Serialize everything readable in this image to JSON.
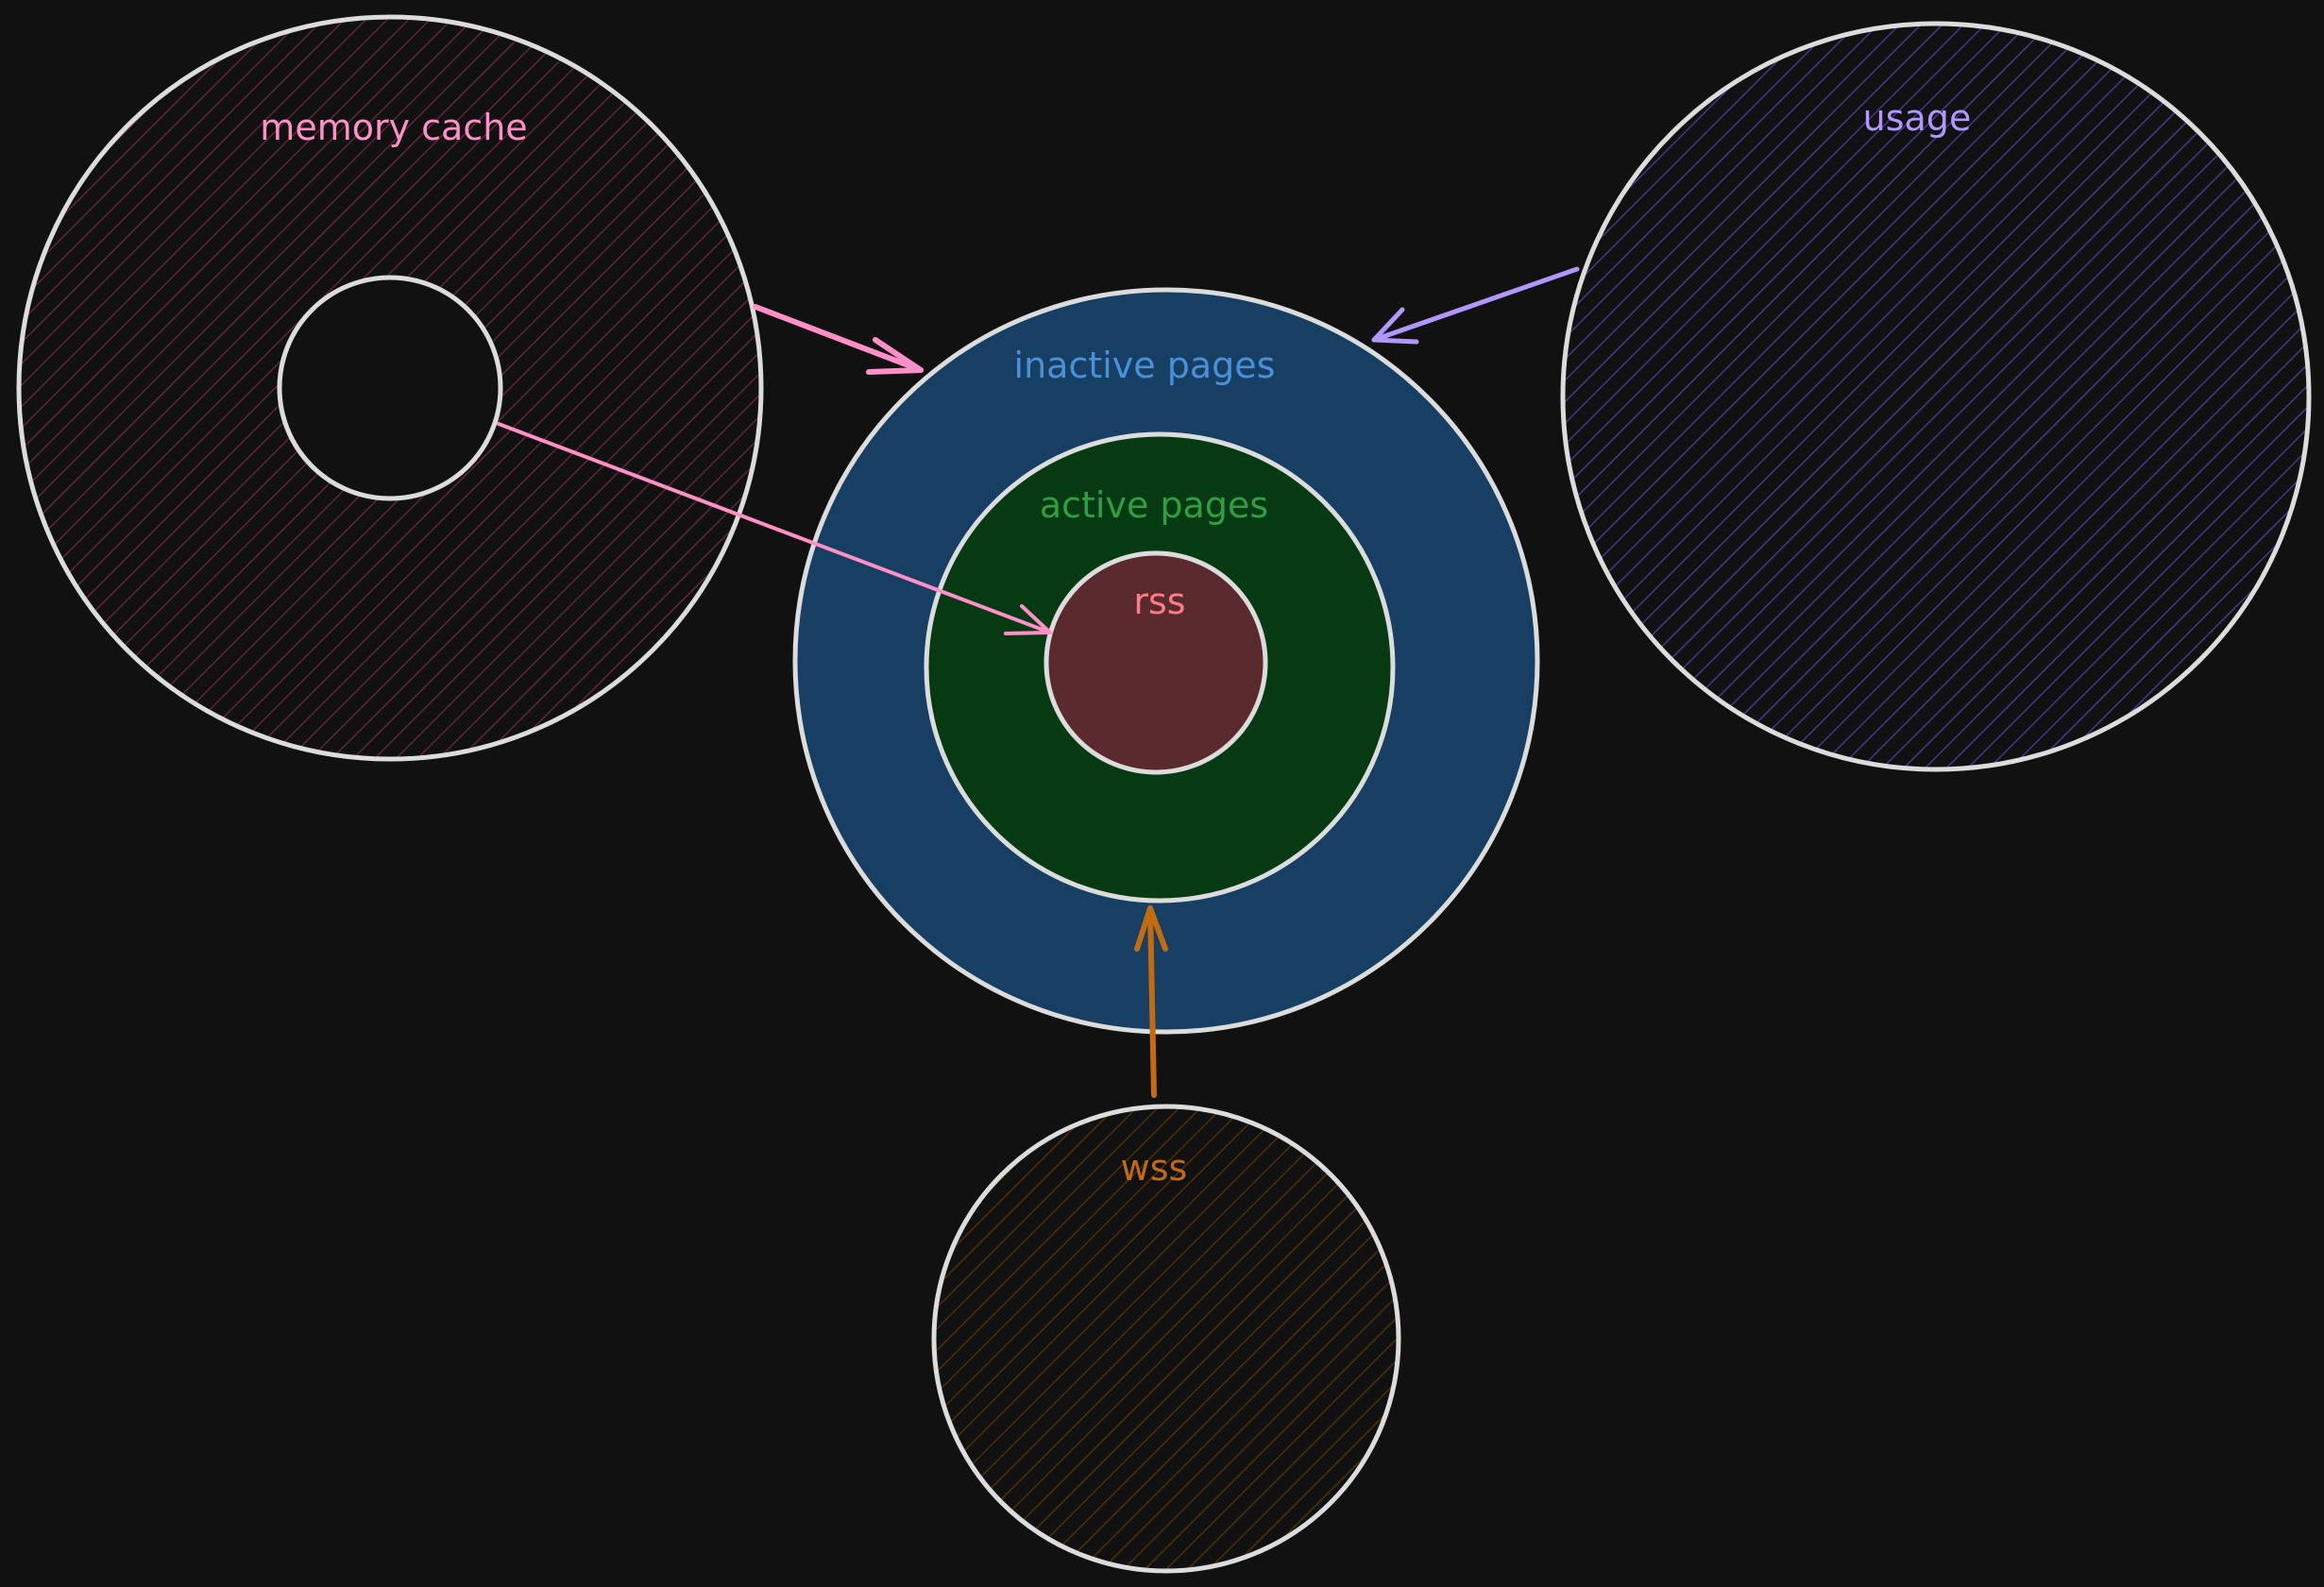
{
  "canvas": {
    "background": "#111111",
    "outline_color": "#dcdcdc"
  },
  "nodes": {
    "memory_cache": {
      "label": "memory cache",
      "color": "#ff8fc7",
      "fill": "#5c2538"
    },
    "usage": {
      "label": "usage",
      "color": "#b197fc",
      "fill": "#4a3fa0"
    },
    "inactive_pages": {
      "label": "inactive pages",
      "color": "#4a90d9",
      "fill": "#163f63"
    },
    "active_pages": {
      "label": "active pages",
      "color": "#2f9e44",
      "fill": "#063a12"
    },
    "rss": {
      "label": "rss",
      "color": "#ff7b85",
      "fill": "#5a2a2f"
    },
    "wss": {
      "label": "wss",
      "color": "#c46b10",
      "fill": "#5a3a0a"
    }
  },
  "edges": [
    {
      "from": "memory cache",
      "to": "inactive pages",
      "color": "#ff8fc7"
    },
    {
      "from": "memory cache",
      "to": "rss",
      "color": "#ff8fc7"
    },
    {
      "from": "usage",
      "to": "inactive pages",
      "color": "#b197fc"
    },
    {
      "from": "wss",
      "to": "active pages",
      "color": "#c46b10"
    }
  ]
}
